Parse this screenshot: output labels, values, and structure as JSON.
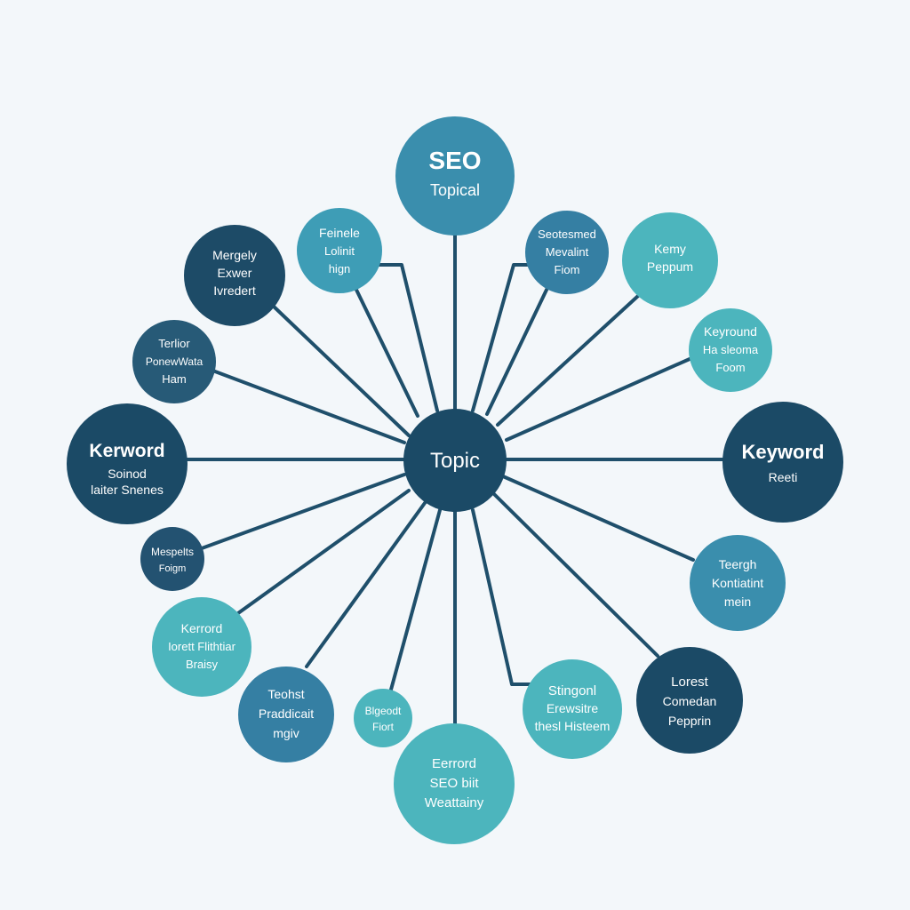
{
  "diagram": {
    "background": "#f3f7fa",
    "connector_color": "#1f4f6b",
    "center": {
      "id": "topic",
      "lines": [
        "Topic"
      ],
      "fill": "#1b4a66",
      "text_color": "#ffffff"
    },
    "nodes": [
      {
        "id": "seo-topical",
        "lines": [
          "SEO",
          "Topical"
        ],
        "fill": "#3a8ead",
        "text_color": "#ffffff"
      },
      {
        "id": "feinele",
        "lines": [
          "Feinele",
          "Lolinit",
          "hign"
        ],
        "fill": "#3e9db6",
        "text_color": "#ffffff"
      },
      {
        "id": "seotesmed",
        "lines": [
          "Seotesmed",
          "Mevalint",
          "Fiom"
        ],
        "fill": "#357fa3",
        "text_color": "#ffffff"
      },
      {
        "id": "kemy",
        "lines": [
          "Kemy",
          "Peppum"
        ],
        "fill": "#4cb5bd",
        "text_color": "#ffffff"
      },
      {
        "id": "mergely",
        "lines": [
          "Mergely",
          "Exwer",
          "Ivredert"
        ],
        "fill": "#1d4b67",
        "text_color": "#ffffff"
      },
      {
        "id": "keyround",
        "lines": [
          "Keyround",
          "Ha sleoma",
          "Foom"
        ],
        "fill": "#4cb5bd",
        "text_color": "#ffffff"
      },
      {
        "id": "terlior",
        "lines": [
          "Terlior",
          "PonewWata",
          "Ham"
        ],
        "fill": "#275a77",
        "text_color": "#ffffff"
      },
      {
        "id": "kerword",
        "lines": [
          "Kerword",
          "Soinod",
          "laiter Snenes"
        ],
        "fill": "#1b4a66",
        "text_color": "#ffffff"
      },
      {
        "id": "keyword",
        "lines": [
          "Keyword",
          "Reeti"
        ],
        "fill": "#1b4a66",
        "text_color": "#ffffff"
      },
      {
        "id": "mespelts",
        "lines": [
          "Mespelts",
          "Foigm"
        ],
        "fill": "#235271",
        "text_color": "#ffffff"
      },
      {
        "id": "teergh",
        "lines": [
          "Teergh",
          "Kontiatint",
          "mein"
        ],
        "fill": "#3a8ead",
        "text_color": "#ffffff"
      },
      {
        "id": "kerrord",
        "lines": [
          "Kerrord",
          "Iorett Flithtiar",
          "Braisy"
        ],
        "fill": "#4cb5bd",
        "text_color": "#ffffff"
      },
      {
        "id": "lorest",
        "lines": [
          "Lorest",
          "Comedan",
          "Pepprin"
        ],
        "fill": "#1b4a66",
        "text_color": "#ffffff"
      },
      {
        "id": "teohst",
        "lines": [
          "Teohst",
          "Praddicait",
          "mgiv"
        ],
        "fill": "#357fa3",
        "text_color": "#ffffff"
      },
      {
        "id": "blgeodt",
        "lines": [
          "Blgeodt",
          "Fiort"
        ],
        "fill": "#4cb5bd",
        "text_color": "#ffffff"
      },
      {
        "id": "stingonl",
        "lines": [
          "Stingonl",
          "Erewsitre",
          "thesl Histeem"
        ],
        "fill": "#4cb5bd",
        "text_color": "#ffffff"
      },
      {
        "id": "eerrord",
        "lines": [
          "Eerrord",
          "SEO biit",
          "Weattainy"
        ],
        "fill": "#4cb5bd",
        "text_color": "#ffffff"
      }
    ]
  }
}
